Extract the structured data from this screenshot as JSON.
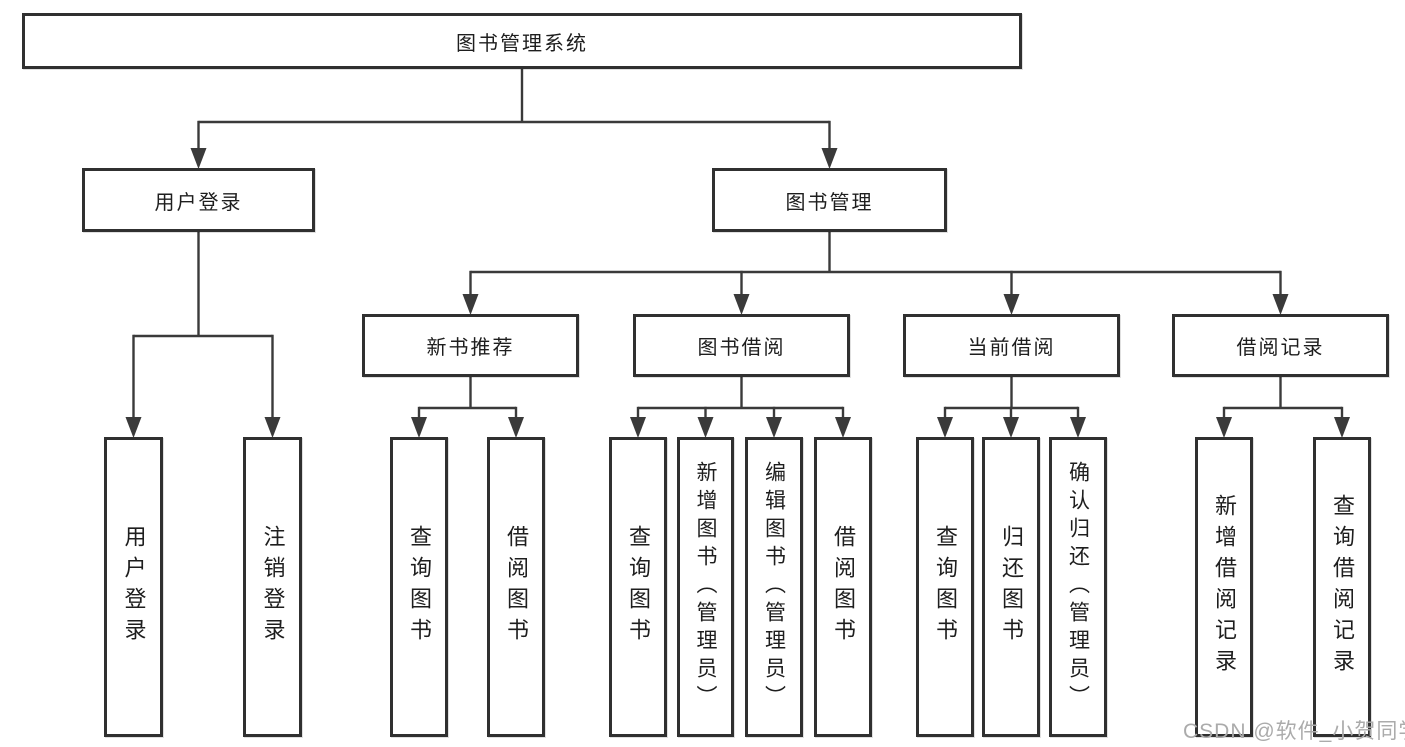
{
  "page": {
    "background": "#ffffff"
  },
  "colors": {
    "line": "#3a3a3a",
    "box_border": "#303030",
    "text": "#1e1e1e",
    "watermark_text": "#ababab"
  },
  "watermark": "CSDN @软件_小贺同学",
  "diagram": {
    "type": "org-chart",
    "title": "图书管理系统",
    "nodes": [
      {
        "id": "root",
        "label": "图书管理系统",
        "level": 1,
        "parent": null
      },
      {
        "id": "user-login",
        "label": "用户登录",
        "level": 2,
        "parent": "root"
      },
      {
        "id": "book-mgmt",
        "label": "图书管理",
        "level": 2,
        "parent": "root"
      },
      {
        "id": "new-book",
        "label": "新书推荐",
        "level": 3,
        "parent": "book-mgmt"
      },
      {
        "id": "book-borrow",
        "label": "图书借阅",
        "level": 3,
        "parent": "book-mgmt"
      },
      {
        "id": "current-borrow",
        "label": "当前借阅",
        "level": 3,
        "parent": "book-mgmt"
      },
      {
        "id": "borrow-record",
        "label": "借阅记录",
        "level": 3,
        "parent": "book-mgmt"
      },
      {
        "id": "leaf-login",
        "label": "用户登录",
        "level": 4,
        "parent": "user-login"
      },
      {
        "id": "leaf-logout",
        "label": "注销登录",
        "level": 4,
        "parent": "user-login"
      },
      {
        "id": "leaf-nb-query",
        "label": "查询图书",
        "level": 4,
        "parent": "new-book"
      },
      {
        "id": "leaf-nb-borrow",
        "label": "借阅图书",
        "level": 4,
        "parent": "new-book"
      },
      {
        "id": "leaf-bb-query",
        "label": "查询图书",
        "level": 4,
        "parent": "book-borrow"
      },
      {
        "id": "leaf-bb-add",
        "label": "新增图书（管理员）",
        "level": 4,
        "parent": "book-borrow"
      },
      {
        "id": "leaf-bb-edit",
        "label": "编辑图书（管理员）",
        "level": 4,
        "parent": "book-borrow"
      },
      {
        "id": "leaf-bb-borrow",
        "label": "借阅图书",
        "level": 4,
        "parent": "book-borrow"
      },
      {
        "id": "leaf-cb-query",
        "label": "查询图书",
        "level": 4,
        "parent": "current-borrow"
      },
      {
        "id": "leaf-cb-return",
        "label": "归还图书",
        "level": 4,
        "parent": "current-borrow"
      },
      {
        "id": "leaf-cb-confirm",
        "label": "确认归还（管理员）",
        "level": 4,
        "parent": "current-borrow"
      },
      {
        "id": "leaf-br-add",
        "label": "新增借阅记录",
        "level": 4,
        "parent": "borrow-record"
      },
      {
        "id": "leaf-br-query",
        "label": "查询借阅记录",
        "level": 4,
        "parent": "borrow-record"
      }
    ]
  }
}
